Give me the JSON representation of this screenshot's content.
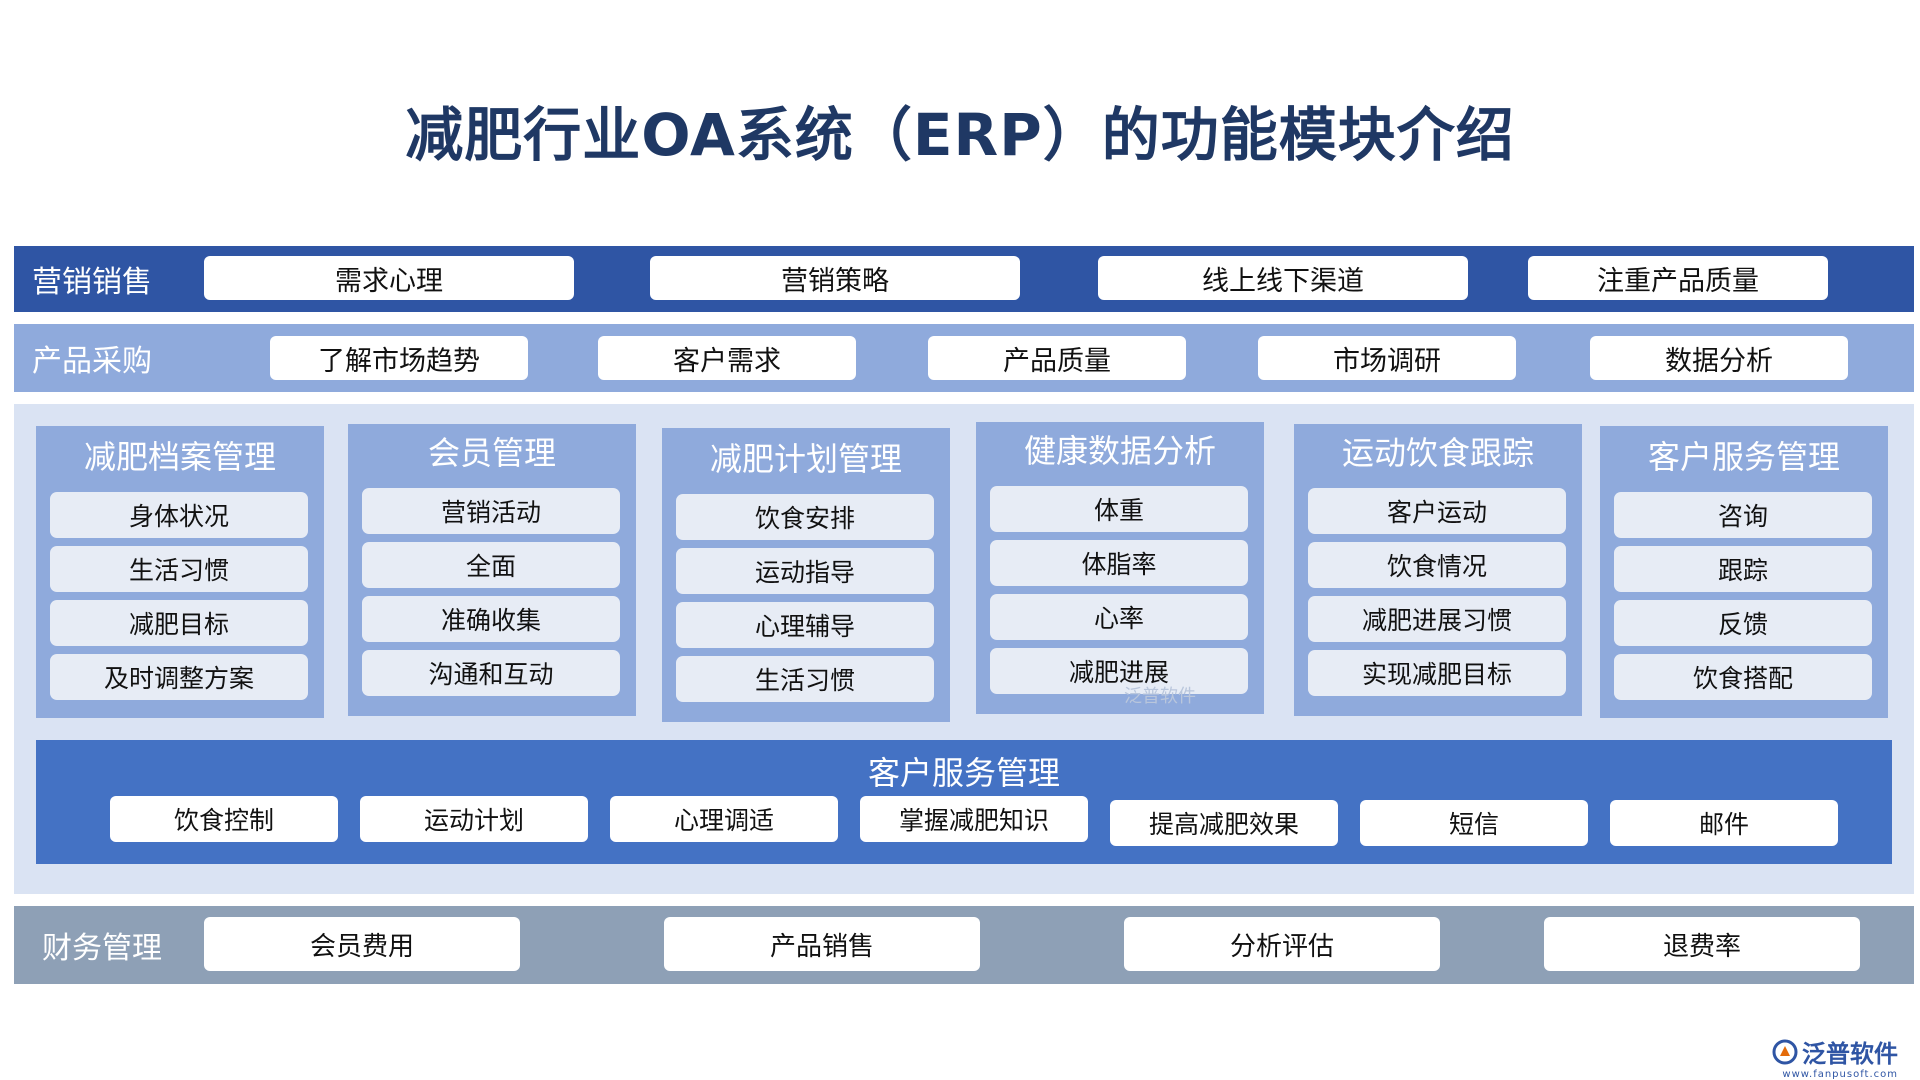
{
  "title": "减肥行业OA系统（ERP）的功能模块介绍",
  "marketing": {
    "label": "营销销售",
    "items": [
      "需求心理",
      "营销策略",
      "线上线下渠道",
      "注重产品质量"
    ]
  },
  "purchase": {
    "label": "产品采购",
    "items": [
      "了解市场趋势",
      "客户需求",
      "产品质量",
      "市场调研",
      "数据分析"
    ]
  },
  "modules": [
    {
      "title": "减肥档案管理",
      "items": [
        "身体状况",
        "生活习惯",
        "减肥目标",
        "及时调整方案"
      ]
    },
    {
      "title": "会员管理",
      "items": [
        "营销活动",
        "全面",
        "准确收集",
        "沟通和互动"
      ]
    },
    {
      "title": "减肥计划管理",
      "items": [
        "饮食安排",
        "运动指导",
        "心理辅导",
        "生活习惯"
      ]
    },
    {
      "title": "健康数据分析",
      "items": [
        "体重",
        "体脂率",
        "心率",
        "减肥进展"
      ]
    },
    {
      "title": "运动饮食跟踪",
      "items": [
        "客户运动",
        "饮食情况",
        "减肥进展习惯",
        "实现减肥目标"
      ]
    },
    {
      "title": "客户服务管理",
      "items": [
        "咨询",
        "跟踪",
        "反馈",
        "饮食搭配"
      ]
    }
  ],
  "service_bar": {
    "title": "客户服务管理",
    "items": [
      "饮食控制",
      "运动计划",
      "心理调适",
      "掌握减肥知识",
      "提高减肥效果",
      "短信",
      "邮件"
    ]
  },
  "finance": {
    "label": "财务管理",
    "items": [
      "会员费用",
      "产品销售",
      "分析评估",
      "退费率"
    ]
  },
  "watermark": "泛普软件",
  "logo": {
    "name": "泛普软件",
    "url": "www.fanpusoft.com"
  },
  "colors": {
    "title": "#1f3864",
    "marketing_band": "#2f55a4",
    "purchase_band": "#8faadc",
    "panel": "#dae3f3",
    "module": "#8faadc",
    "service_bar": "#4472c4",
    "finance_band": "#8ea0b6"
  }
}
